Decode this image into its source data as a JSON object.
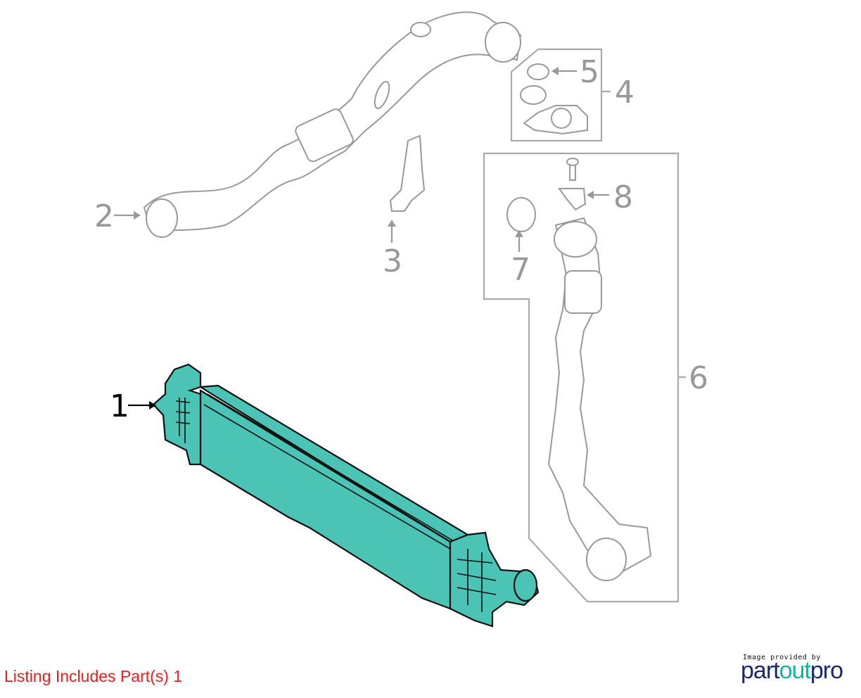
{
  "callouts": [
    "1",
    "2",
    "3",
    "4",
    "5",
    "6",
    "7",
    "8"
  ],
  "footer": {
    "listing": "Listing Includes Part(s) 1"
  },
  "logo": {
    "credit": "Image provided by",
    "part1": "part",
    "part2": "out",
    "part3": "pro"
  },
  "colors": {
    "highlight": "#4bc3b5",
    "listing": "#ee1c1c",
    "logo_navy": "#1b2a6b",
    "logo_teal": "#18b49a"
  }
}
